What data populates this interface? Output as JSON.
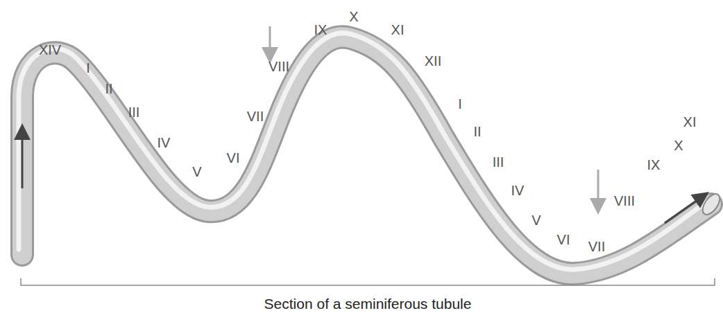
{
  "diagram": {
    "caption": "Section of a seminiferous tubule",
    "labels": [
      "XIV",
      "I",
      "II",
      "III",
      "IV",
      "V",
      "VI",
      "VII",
      "VIII",
      "IX",
      "X",
      "XI",
      "XII",
      "I",
      "II",
      "III",
      "IV",
      "V",
      "VI",
      "VII",
      "VIII",
      "IX",
      "X",
      "XI"
    ]
  }
}
